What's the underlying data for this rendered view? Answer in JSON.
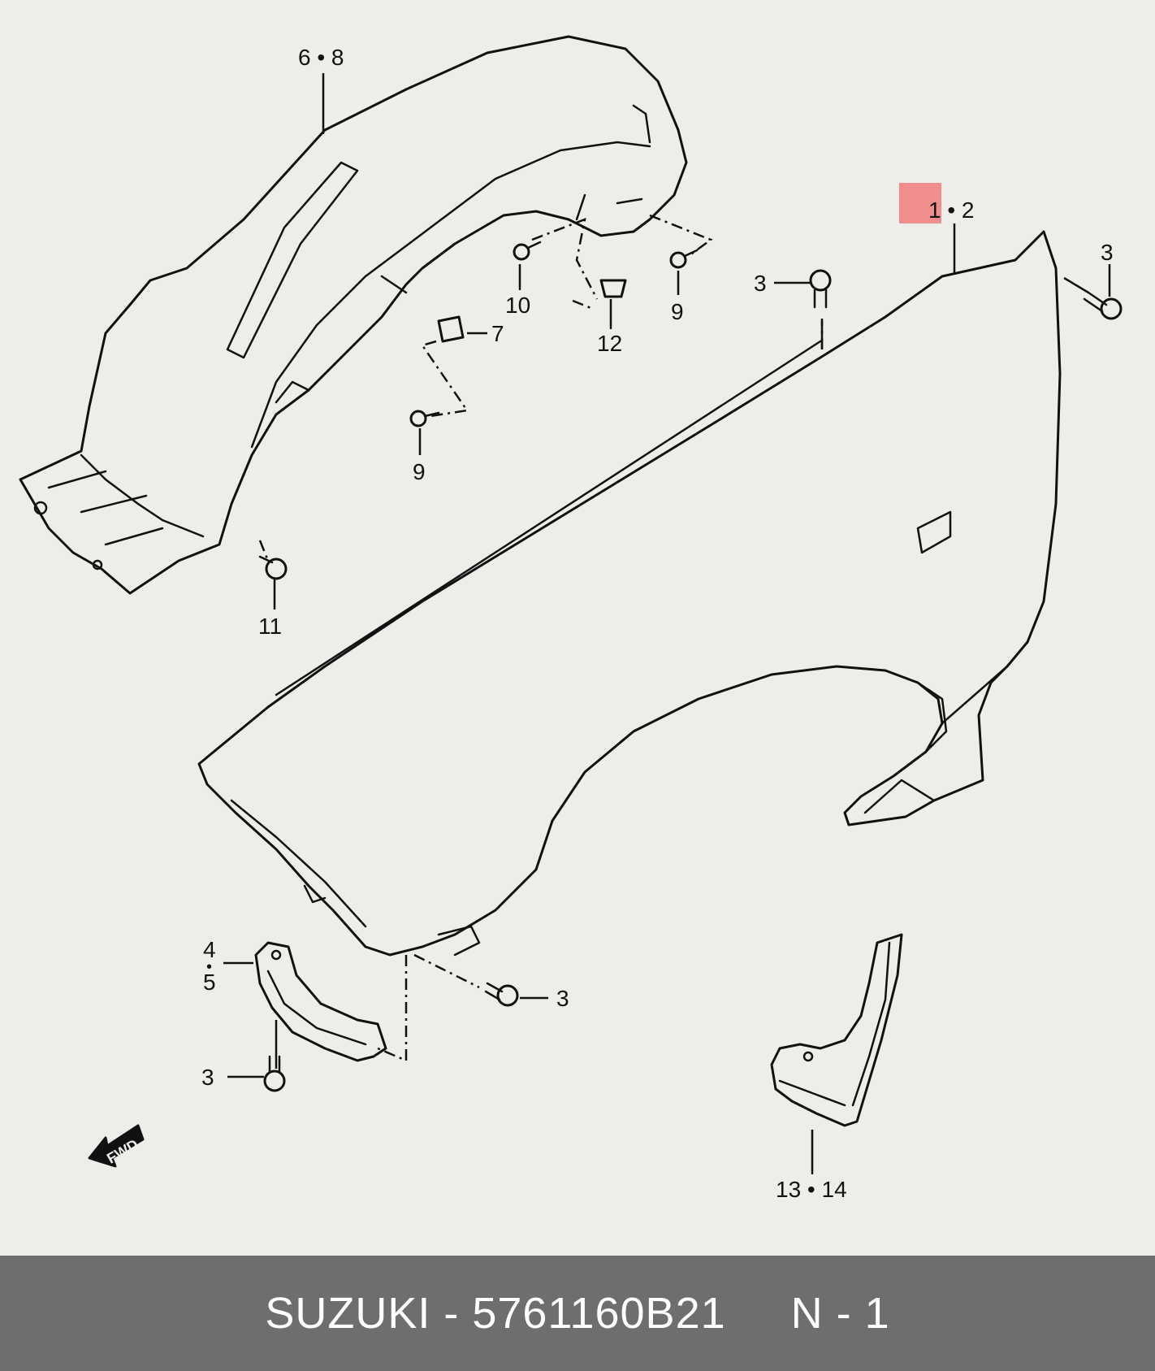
{
  "labels": {
    "inner_fender": "6 • 8",
    "fender": "1 • 2",
    "bolt_top_right": "3",
    "bolt_top_mid": "3",
    "screw_10": "10",
    "screw_9a": "9",
    "clip_12": "12",
    "nut_7": "7",
    "screw_9b": "9",
    "clip_11": "11",
    "bracket_4": "4",
    "bracket_dot": "•",
    "bracket_5": "5",
    "bolt_bracket": "3",
    "bolt_lower": "3",
    "mudguard": "13 • 14",
    "fwd": "FWD"
  },
  "footer": {
    "text": "SUZUKI - 5761160B21     N - 1"
  },
  "colors": {
    "background": "#efede9",
    "footer_bar": "#6e6e6e",
    "highlight": "#f06d6d",
    "line": "#111111"
  }
}
